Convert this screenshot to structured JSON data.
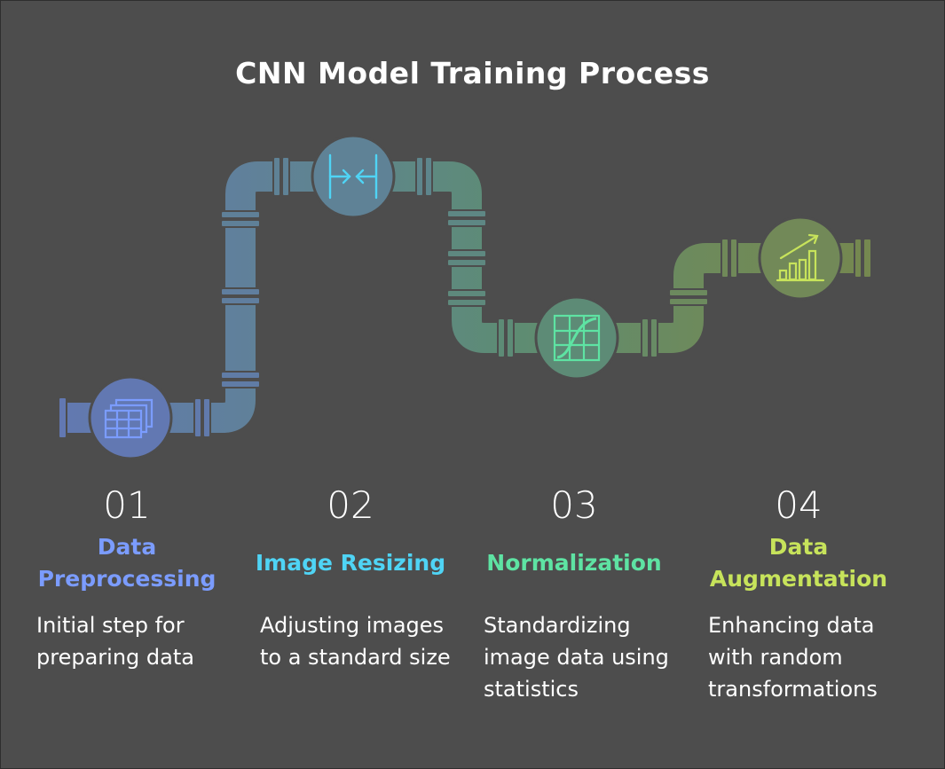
{
  "title": "CNN Model Training Process",
  "colors": {
    "background": "#4d4d4d",
    "step1": "#6f89d6",
    "step2": "#4fd4f5",
    "step3": "#5ee3a3",
    "step4": "#c7e35b"
  },
  "steps": [
    {
      "number": "01",
      "name": "Data Preprocessing",
      "description": "Initial step for preparing data",
      "icon": "spreadsheet-stack-icon"
    },
    {
      "number": "02",
      "name": "Image Resizing",
      "description": "Adjusting images to a standard size",
      "icon": "resize-arrows-icon"
    },
    {
      "number": "03",
      "name": "Normalization",
      "description": "Standardizing image data using statistics",
      "icon": "normal-curve-grid-icon"
    },
    {
      "number": "04",
      "name": "Data Augmentation",
      "description": "Enhancing data with random transformations",
      "icon": "growth-chart-icon"
    }
  ]
}
